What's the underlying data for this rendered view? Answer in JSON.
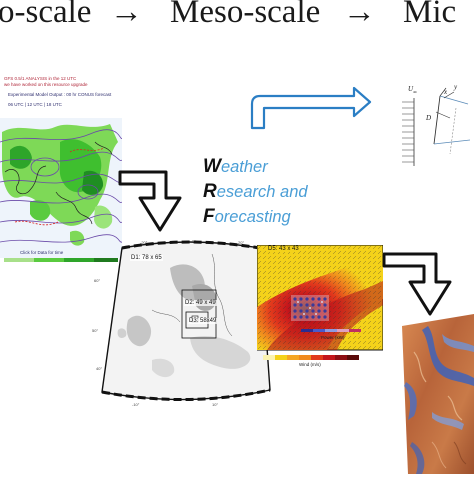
{
  "header": {
    "left_fragment": "o-scale",
    "arrow1": "→",
    "middle": "Meso-scale",
    "arrow2": "→",
    "right_fragment": "Mic"
  },
  "wrf": {
    "line1_initial": "W",
    "line1_rest": "eather",
    "line2_initial": "R",
    "line2_rest": "esearch and",
    "line3_initial": "F",
    "line3_rest": "orecasting"
  },
  "gfs_panel": {
    "header_line1": "GFS 0.5/1 ANALYSIS in the 12 UTC",
    "header_line2": "we have worked on this resource upgrade",
    "subtitle": "Experimental Model Output : 00 hr CONUS forecast",
    "times": "06 UTC | 12 UTC | 18 UTC",
    "footer": "Click for Data for time"
  },
  "domains": {
    "d1": "D1: 78 x 65",
    "d2": "D2: 49 x 49",
    "d3": "D3: 58x49",
    "d5": "D5: 43 x 43"
  },
  "wind_panel": {
    "power_label": "Power (kW)",
    "wind_label": "Wind (m/s)"
  },
  "micro_panel": {
    "u_label": "U",
    "u_sub": "∞",
    "y_label": "y",
    "x_label": "x",
    "d_label": "D"
  },
  "colors": {
    "wrf_blue": "#4a9ed6",
    "arrow_blue": "#2b7ec4",
    "wind_red": "#e23a1c",
    "wind_yellow": "#f4d21a"
  }
}
